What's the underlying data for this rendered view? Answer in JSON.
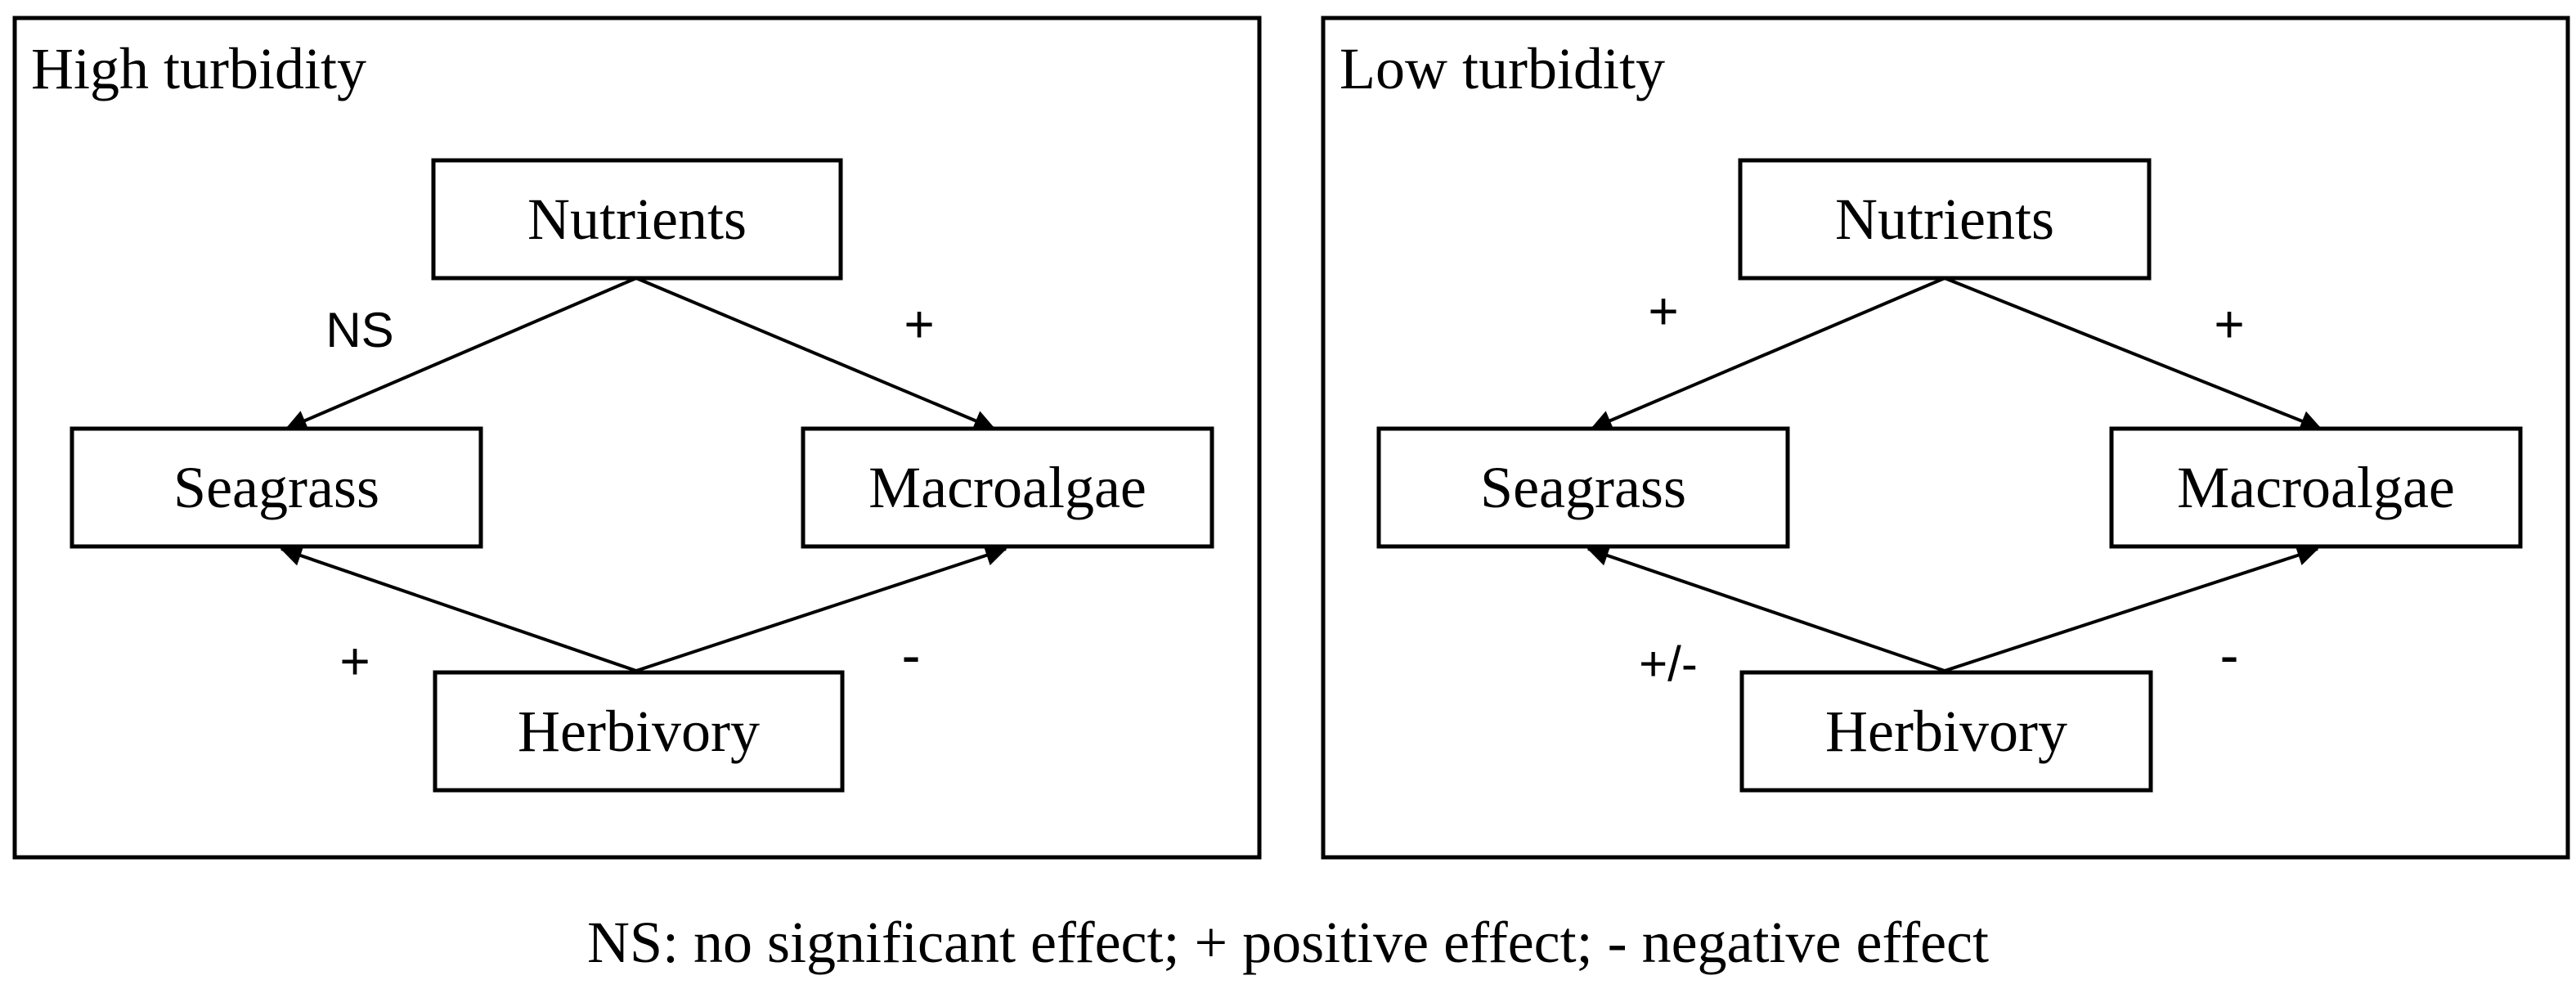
{
  "panels": [
    {
      "title": "High turbidity",
      "nodes": {
        "nutrients": "Nutrients",
        "seagrass": "Seagrass",
        "macroalgae": "Macroalgae",
        "herbivory": "Herbivory"
      },
      "edges": {
        "nutrients_to_seagrass": "NS",
        "nutrients_to_macroalgae": "+",
        "herbivory_to_seagrass": "+",
        "herbivory_to_macroalgae": "-"
      }
    },
    {
      "title": "Low turbidity",
      "nodes": {
        "nutrients": "Nutrients",
        "seagrass": "Seagrass",
        "macroalgae": "Macroalgae",
        "herbivory": "Herbivory"
      },
      "edges": {
        "nutrients_to_seagrass": "+",
        "nutrients_to_macroalgae": "+",
        "herbivory_to_seagrass": "+/-",
        "herbivory_to_macroalgae": "-"
      }
    }
  ],
  "caption": "NS: no significant effect; + positive effect; - negative effect"
}
